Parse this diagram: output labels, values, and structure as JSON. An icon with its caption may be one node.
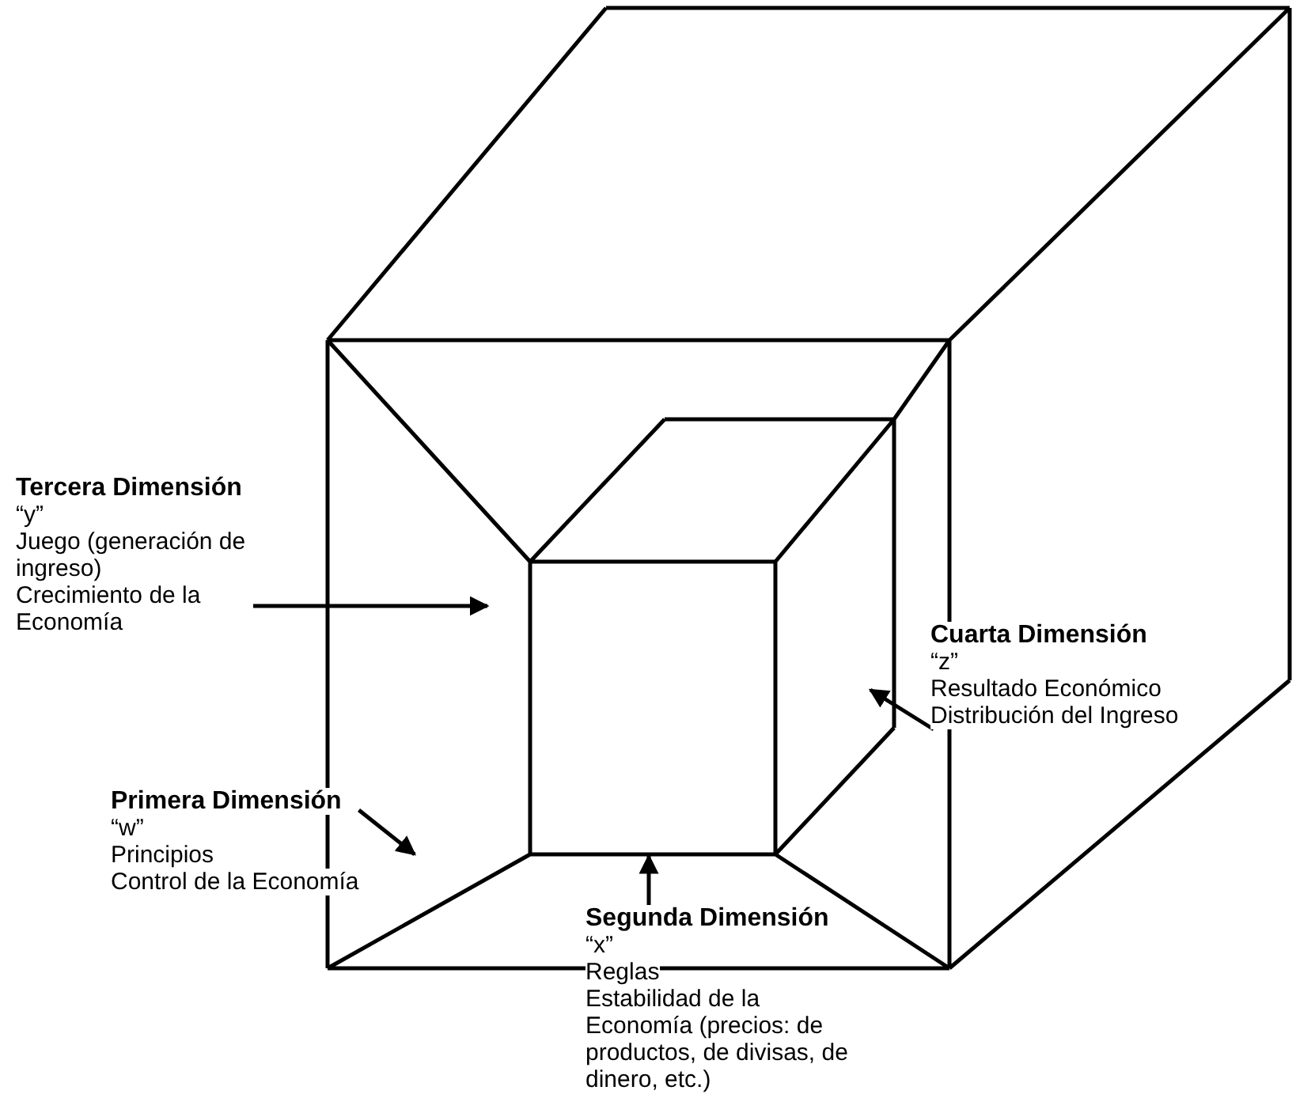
{
  "diagram": {
    "nodes": [
      {
        "text": [
          "Tercera Dimensión",
          "“y”",
          "Juego (generación de ingreso)",
          "Crecimiento de la Economía"
        ]
      },
      {
        "text": [
          "Cuarta Dimensión",
          "“z”",
          "Resultado Económico",
          "Distribución del Ingreso"
        ]
      },
      {
        "text": [
          "Primera Dimensión",
          "“w”",
          "Principios",
          "Control de la Economía"
        ]
      },
      {
        "text": [
          "Segunda Dimensión",
          "“x”",
          "Reglas",
          "Estabilidad de la Economía (precios: de productos, de divisas, de dinero, etc.)"
        ]
      }
    ],
    "edges": [
      {
        "from": 0,
        "to": null,
        "arrow": "to"
      },
      {
        "from": 1,
        "to": null,
        "arrow": "to"
      },
      {
        "from": 2,
        "to": null,
        "arrow": "to"
      },
      {
        "from": 3,
        "to": null,
        "arrow": "to"
      }
    ]
  }
}
